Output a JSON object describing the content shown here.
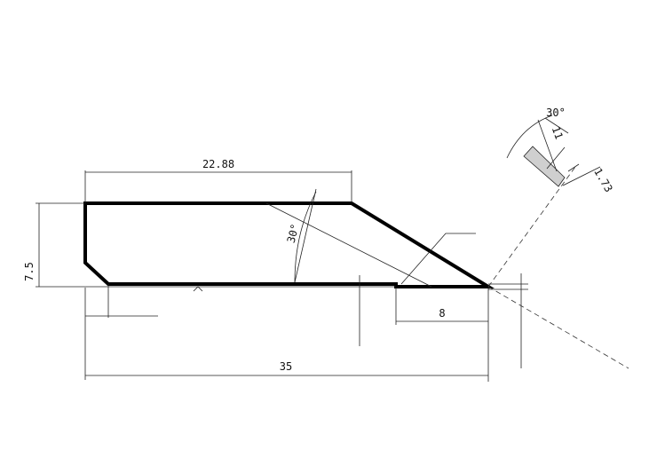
{
  "dimensions": {
    "top_length": "22.88",
    "height": "7.5",
    "chamfer_angle": "30°",
    "step_length": "8",
    "total_length": "35",
    "detail_angle": "30°",
    "detail_rake": "11",
    "detail_offset": "1.73"
  }
}
